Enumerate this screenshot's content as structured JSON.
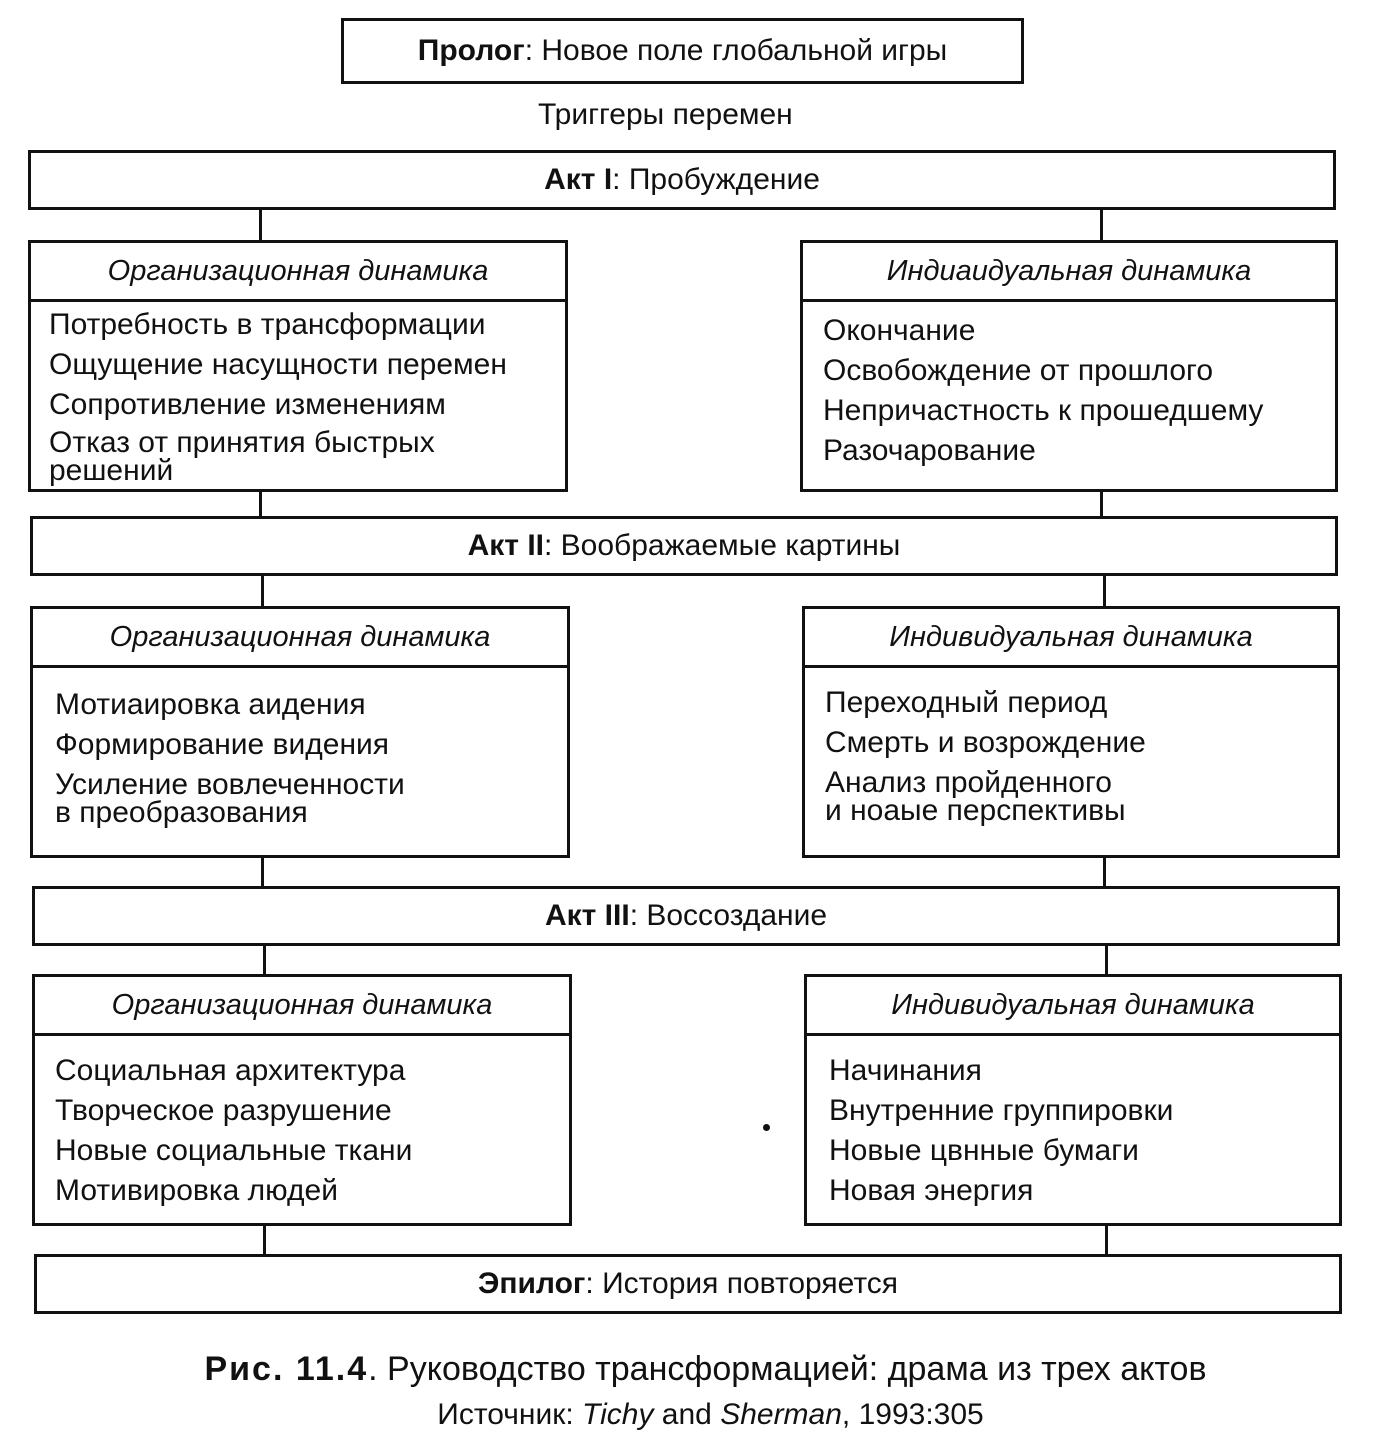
{
  "prologue": {
    "label": "Пролог",
    "text": ": Новое поле глобальной игры"
  },
  "triggers": "Триггеры перемен",
  "acts": [
    {
      "label": "Акт I",
      "text": ": Пробуждение",
      "org": {
        "header": "Организационная динамика",
        "items": [
          "Потребность в трансформации",
          "Ощущение насущности перемен",
          "Сопротивление изменениям",
          "Отказ от принятия быстрых",
          "решений"
        ]
      },
      "ind": {
        "header": "Индиаидуальная динамика",
        "items": [
          "Окончание",
          "Освобождение от прошлого",
          "Непричастность к прошедшему",
          "Разочарование"
        ]
      }
    },
    {
      "label": "Акт II",
      "text": ": Воображаемые картины",
      "org": {
        "header": "Организационная динамика",
        "items": [
          "Мотиаировка аидения",
          "Формирование видения",
          "Усиление вовлеченности",
          "в преобразования"
        ]
      },
      "ind": {
        "header": "Индивидуальная динамика",
        "items": [
          "Переходный период",
          "Смерть и возрождение",
          "Анализ пройденного",
          "и ноаые перспективы"
        ]
      }
    },
    {
      "label": "Акт III",
      "text": ": Воссоздание",
      "org": {
        "header": "Организационная динамика",
        "items": [
          "Социальная архитектура",
          "Творческое разрушение",
          "Новые социальные ткани",
          "Мотивировка людей"
        ]
      },
      "ind": {
        "header": "Индивидуальная динамика",
        "items": [
          "Начинания",
          "Внутренние группировки",
          "Новые цвнные бумаги",
          "Новая энергия"
        ]
      }
    }
  ],
  "epilogue": {
    "label": "Эпилог",
    "text": ": История повторяется"
  },
  "caption": {
    "fig_label": "Рис. 11.4",
    "fig_text": ". Руководство трансформацией: драма из трех актов",
    "source_prefix": "Источник: ",
    "source_author1": "Tichy",
    "source_and": " and ",
    "source_author2": "Sherman",
    "source_year": ", 1993:305"
  }
}
